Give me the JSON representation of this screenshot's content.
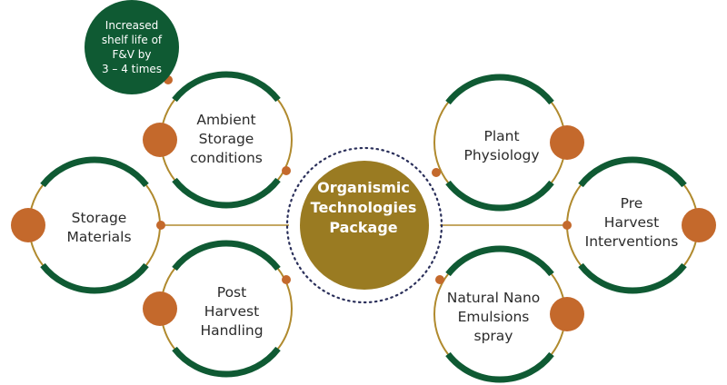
{
  "center": {
    "lines": [
      "Organismic",
      "Technologies",
      "Package"
    ]
  },
  "badge": {
    "lines": [
      "Increased",
      "shelf life of",
      "F&V by",
      "3 – 4 times"
    ]
  },
  "nodes": [
    {
      "id": "ambient-storage",
      "lines": [
        "Ambient",
        "Storage",
        "conditions"
      ]
    },
    {
      "id": "storage-materials",
      "lines": [
        "Storage",
        "Materials"
      ]
    },
    {
      "id": "post-harvest",
      "lines": [
        "Post",
        "Harvest",
        "Handling"
      ]
    },
    {
      "id": "plant-physiology",
      "lines": [
        "Plant",
        "Physiology"
      ]
    },
    {
      "id": "pre-harvest",
      "lines": [
        "Pre",
        "Harvest",
        "Interventions"
      ]
    },
    {
      "id": "nano-emulsions",
      "lines": [
        "Natural Nano",
        "Emulsions",
        "spray"
      ]
    }
  ],
  "colors": {
    "green": "#0f5a33",
    "gold": "#b08a2e",
    "orange": "#c4692c",
    "center_fill": "#9a7b22",
    "dots": "#2a2f5a",
    "text": "#2b2b2b"
  }
}
